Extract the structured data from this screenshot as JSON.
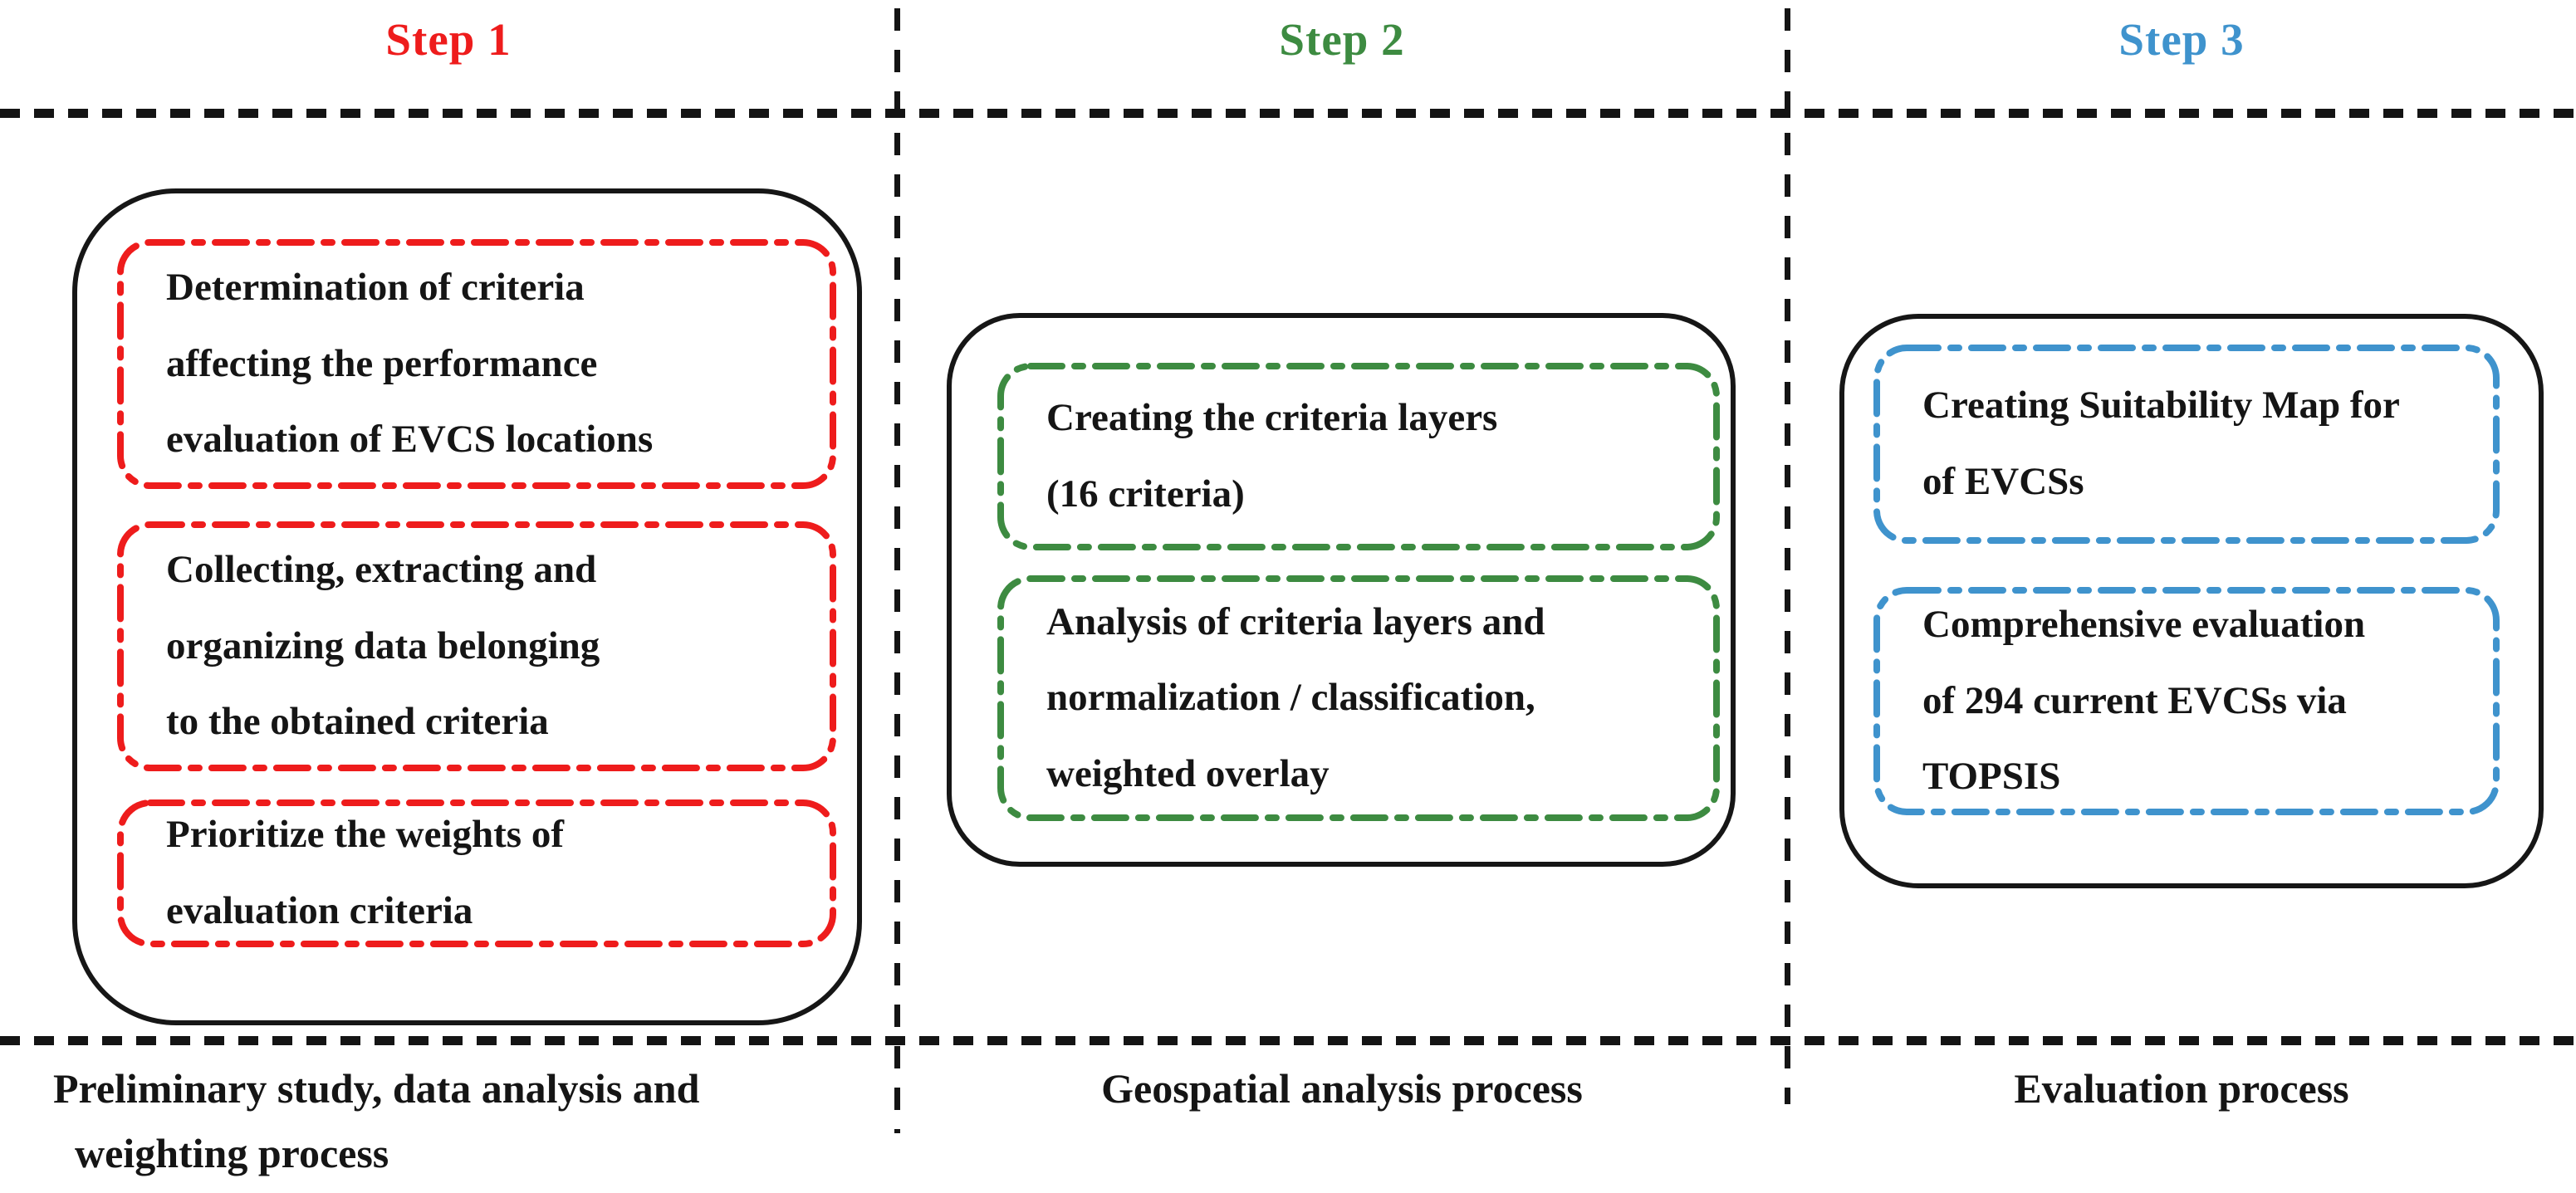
{
  "figure": {
    "steps": [
      {
        "label": "Step 1",
        "color": "#ee1c1c",
        "boxes": [
          {
            "lines": [
              "Determination of criteria",
              "affecting the performance",
              "evaluation of EVCS locations"
            ]
          },
          {
            "lines": [
              "Collecting, extracting and",
              "organizing data belonging",
              "to the obtained criteria"
            ]
          },
          {
            "lines": [
              "Prioritize the weights of",
              "evaluation criteria"
            ]
          }
        ],
        "footer_lines": [
          "Preliminary study, data analysis and",
          "weighting process"
        ]
      },
      {
        "label": "Step 2",
        "color": "#3d8b41",
        "boxes": [
          {
            "lines": [
              "Creating the criteria layers",
              "(16 criteria)"
            ]
          },
          {
            "lines": [
              "Analysis of criteria layers and",
              "normalization / classification,",
              "weighted overlay"
            ]
          }
        ],
        "footer_lines": [
          "Geospatial analysis process"
        ]
      },
      {
        "label": "Step 3",
        "color": "#3f93cd",
        "boxes": [
          {
            "lines": [
              "Creating Suitability Map for",
              "of EVCSs"
            ]
          },
          {
            "lines": [
              "Comprehensive evaluation",
              "of 294 current EVCSs via",
              "TOPSIS"
            ]
          }
        ],
        "footer_lines": [
          "Evaluation process"
        ]
      }
    ]
  }
}
